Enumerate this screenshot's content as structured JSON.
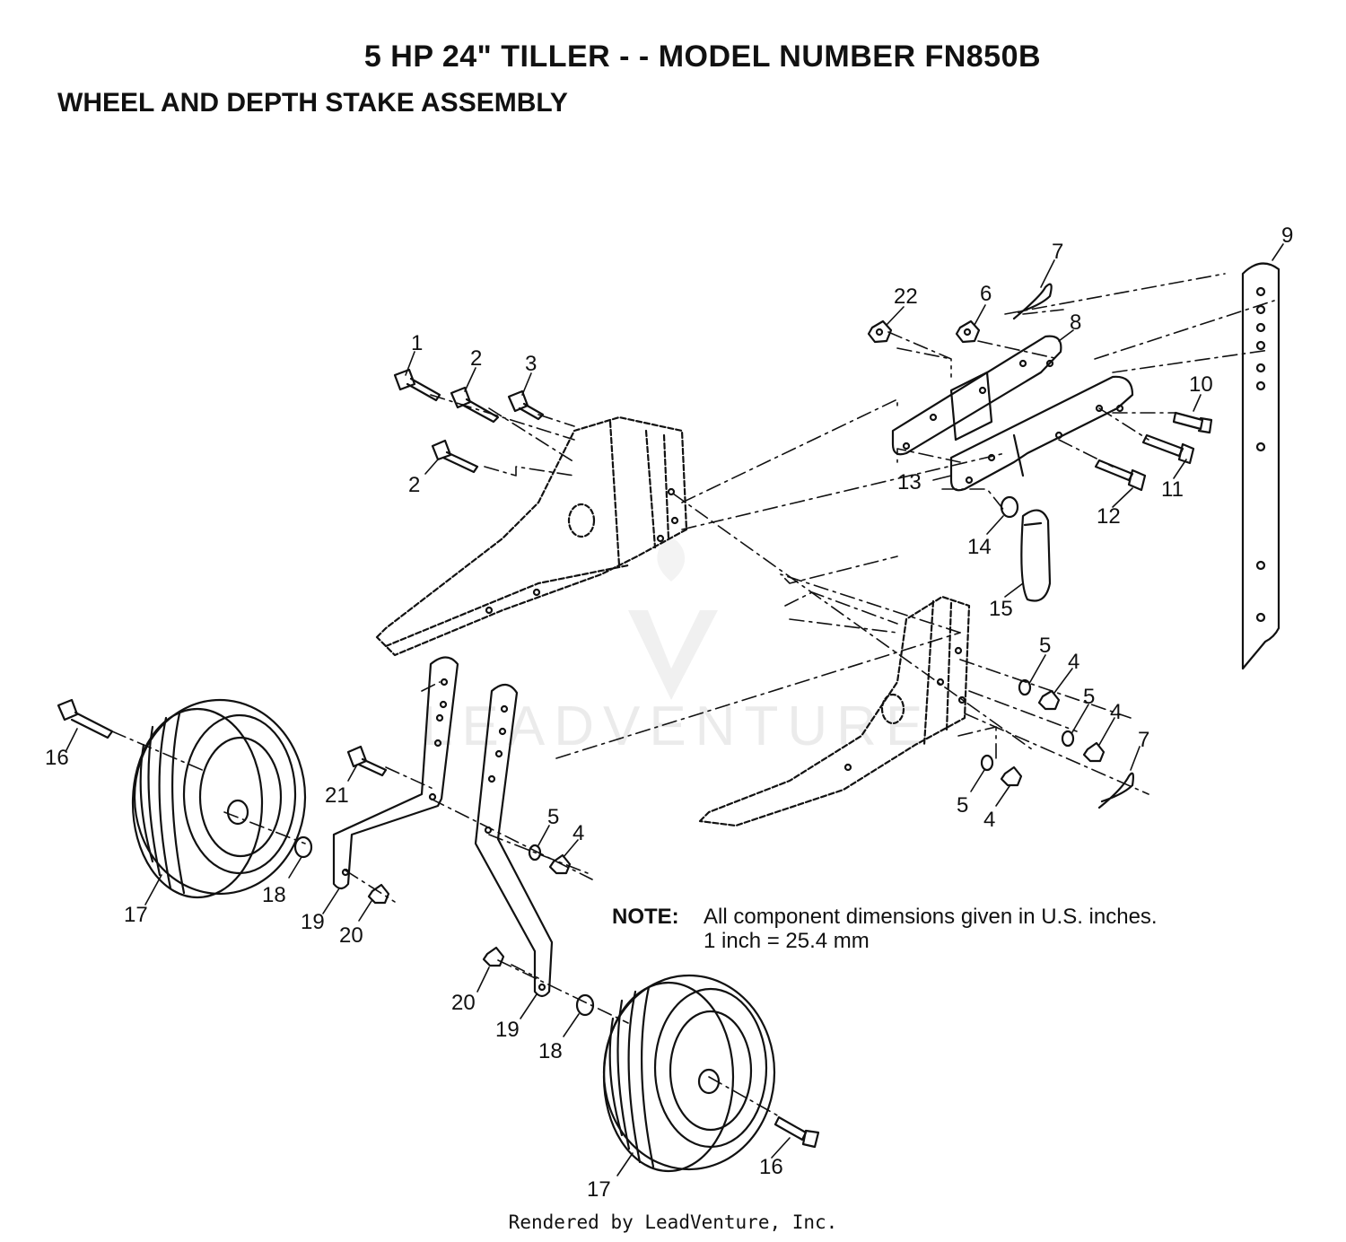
{
  "header": {
    "title": "5 HP 24\" TILLER - - MODEL NUMBER FN850B",
    "subtitle": "WHEEL AND DEPTH STAKE ASSEMBLY"
  },
  "note": {
    "label": "NOTE:",
    "line1": "All component dimensions given in U.S. inches.",
    "line2": "1 inch = 25.4 mm"
  },
  "footer": "Rendered by LeadVenture, Inc.",
  "watermark": "LEADVENTURE",
  "callouts": {
    "c1": "1",
    "c2a": "2",
    "c2b": "2",
    "c3": "3",
    "c4a": "4",
    "c4b": "4",
    "c4c": "4",
    "c4d": "4",
    "c5a": "5",
    "c5b": "5",
    "c5c": "5",
    "c5d": "5",
    "c6": "6",
    "c7a": "7",
    "c7b": "7",
    "c8": "8",
    "c9": "9",
    "c10": "10",
    "c11": "11",
    "c12": "12",
    "c13": "13",
    "c14": "14",
    "c15": "15",
    "c16a": "16",
    "c16b": "16",
    "c17a": "17",
    "c17b": "17",
    "c18a": "18",
    "c18b": "18",
    "c19a": "19",
    "c19b": "19",
    "c20a": "20",
    "c20b": "20",
    "c21": "21",
    "c22": "22"
  }
}
